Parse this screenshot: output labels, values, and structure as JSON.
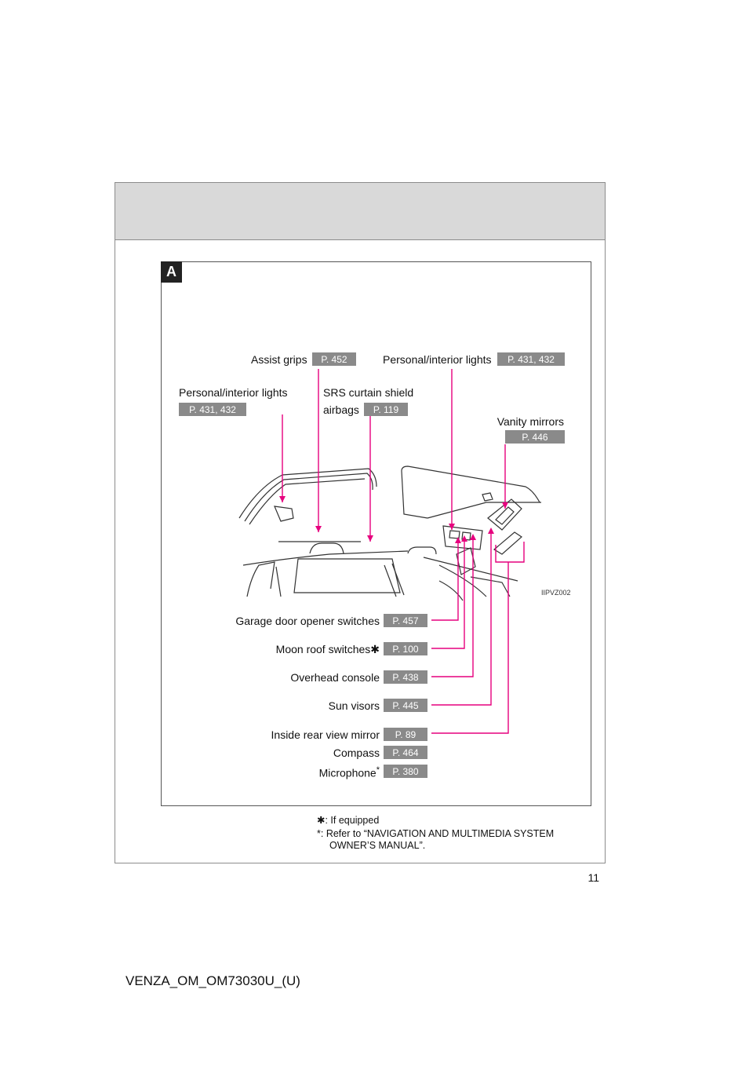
{
  "section": "A",
  "labels": {
    "assist_grips": "Assist grips",
    "personal_lights_top": "Personal/interior lights",
    "personal_lights_left": "Personal/interior lights",
    "srs_line1": "SRS curtain shield",
    "srs_line2": "airbags",
    "vanity_mirrors": "Vanity mirrors",
    "garage_door": "Garage door opener switches",
    "moon_roof": "Moon roof switches",
    "overhead_console": "Overhead console",
    "sun_visors": "Sun visors",
    "inside_mirror": "Inside rear view mirror",
    "compass": "Compass",
    "microphone": "Microphone"
  },
  "refs": {
    "assist_grips": "P. 452",
    "personal_lights_top": "P. 431, 432",
    "personal_lights_left": "P. 431, 432",
    "srs": "P. 119",
    "vanity_mirrors": "P. 446",
    "garage_door": "P. 457",
    "moon_roof": "P. 100",
    "overhead_console": "P. 438",
    "sun_visors": "P. 445",
    "inside_mirror": "P. 89",
    "compass": "P. 464",
    "microphone": "P. 380"
  },
  "image_code": "IIPVZ002",
  "notes": {
    "equipped_symbol": "✱",
    "equipped_text": ": If equipped",
    "ref_symbol": "*",
    "ref_text_1": ": Refer to “NAVIGATION AND MULTIMEDIA SYSTEM",
    "ref_text_2": "OWNER’S MANUAL”."
  },
  "page_number": "11",
  "footer": "VENZA_OM_OM73030U_(U)",
  "colors": {
    "leader": "#e6007e",
    "ref_bg": "#8a8a8a",
    "header_bg": "#d9d9d9"
  }
}
